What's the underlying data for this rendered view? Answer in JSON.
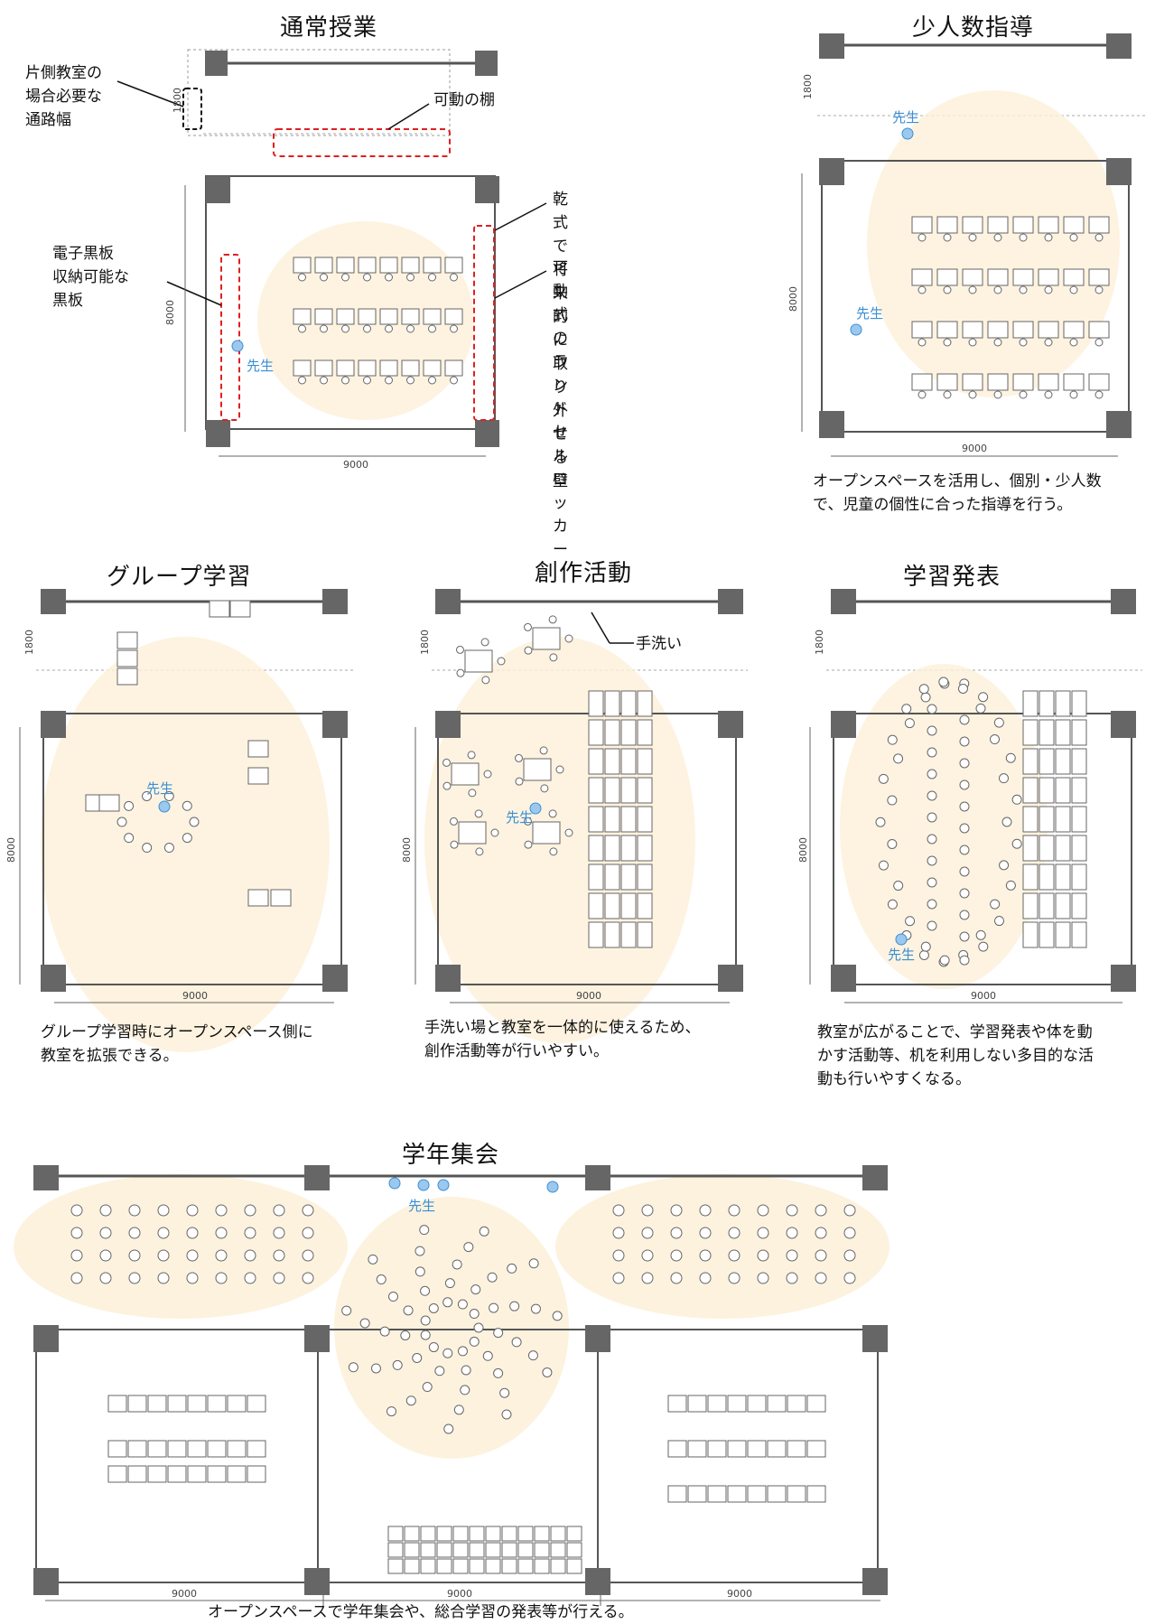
{
  "panels": {
    "normal": {
      "title": "通常授業",
      "teacher": "先生",
      "dim_w": "9000",
      "dim_h": "8000",
      "dim_corridor": "1800",
      "notes": {
        "corridor": [
          "片側教室の",
          "場合必要な",
          "通路幅"
        ],
        "shelf": "可動の棚",
        "wall": [
          "乾式で将来的に",
          "取り外せる壁"
        ],
        "locker": [
          "可動式のランドセ",
          "ルロッカー"
        ],
        "board": [
          "電子黒板",
          "収納可能な",
          "黒板"
        ]
      }
    },
    "small": {
      "title": "少人数指導",
      "teacher": "先生",
      "dim_w": "9000",
      "dim_h": "8000",
      "dim_corridor": "1800",
      "caption": [
        "オープンスペースを活用し、個別・少人数",
        "で、児童の個性に合った指導を行う。"
      ]
    },
    "group": {
      "title": "グループ学習",
      "teacher": "先生",
      "dim_w": "9000",
      "dim_h": "8000",
      "dim_corridor": "1800",
      "caption": [
        "グループ学習時にオープンスペース側に",
        "教室を拡張できる。"
      ]
    },
    "creative": {
      "title": "創作活動",
      "teacher": "先生",
      "dim_w": "9000",
      "dim_h": "8000",
      "dim_corridor": "1800",
      "note_wash": "手洗い",
      "caption": [
        "手洗い場と教室を一体的に使えるため、",
        "創作活動等が行いやすい。"
      ]
    },
    "presentation": {
      "title": "学習発表",
      "teacher": "先生",
      "dim_w": "9000",
      "dim_h": "8000",
      "dim_corridor": "1800",
      "caption": [
        "教室が広がることで、学習発表や体を動",
        "かす活動等、机を利用しない多目的な活",
        "動も行いやすくなる。"
      ]
    },
    "assembly": {
      "title": "学年集会",
      "teacher": "先生",
      "dims": [
        "9000",
        "9000",
        "9000"
      ],
      "caption": "オープンスペースで学年集会や、総合学習の発表等が行える。"
    }
  }
}
